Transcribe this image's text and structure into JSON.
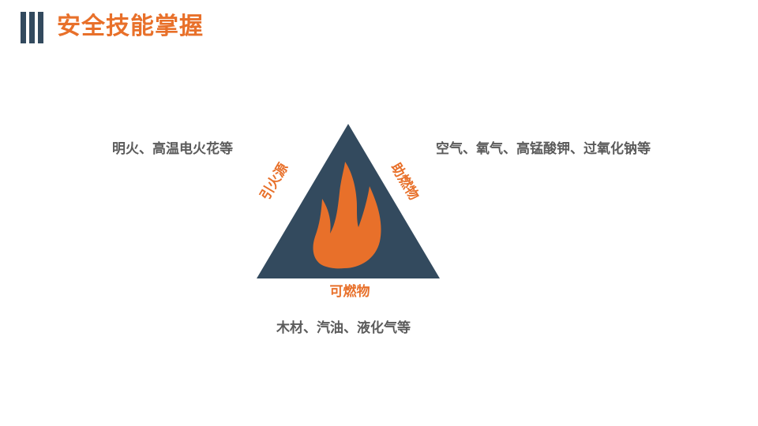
{
  "header": {
    "title": "安全技能掌握"
  },
  "diagram": {
    "left_side_label": "引火源",
    "right_side_label": "助燃物",
    "bottom_side_label": "可燃物",
    "left_caption": "明火、高温电火花等",
    "right_caption": "空气、氧气、高锰酸钾、过氧化钠等",
    "bottom_caption": "木材、汽油、液化气等"
  },
  "colors": {
    "accent": "#e8702a",
    "triangle": "#334a5e",
    "caption_text": "#5b5b5b"
  },
  "icons": {
    "flame": "flame-icon",
    "header_bars": "header-bars-icon"
  }
}
